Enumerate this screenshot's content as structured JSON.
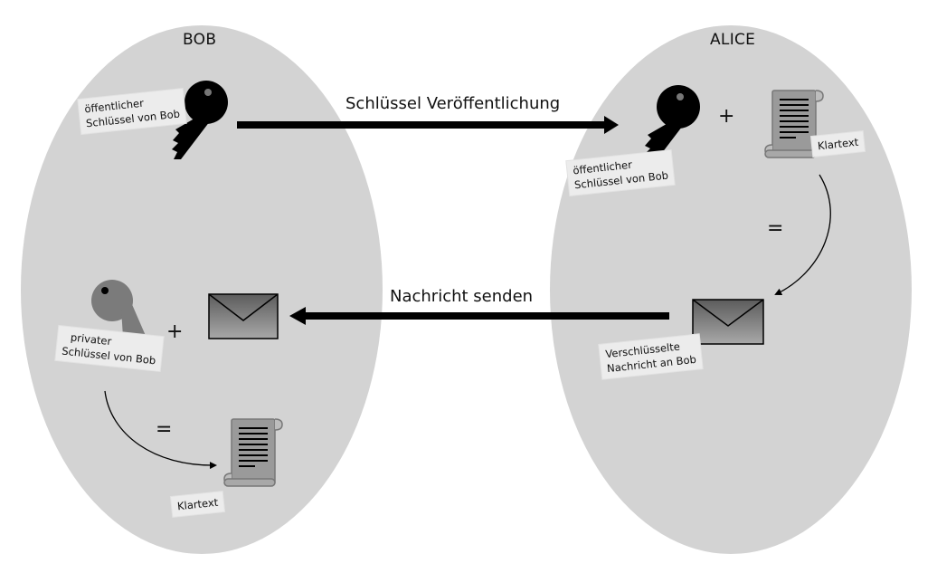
{
  "parties": {
    "bob": {
      "name": "BOB"
    },
    "alice": {
      "name": "ALICE"
    }
  },
  "arrows": {
    "key_publication": "Schlüssel Veröffentlichung",
    "send_message": "Nachricht senden"
  },
  "bob_side": {
    "public_key_label_line1": "öffentlicher",
    "public_key_label_line2": "Schlüssel von Bob",
    "private_key_label_line1": "privater",
    "private_key_label_line2": "Schlüssel von Bob",
    "plus": "+",
    "equals": "=",
    "plaintext_label": "Klartext"
  },
  "alice_side": {
    "public_key_label_line1": "öffentlicher",
    "public_key_label_line2": "Schlüssel von Bob",
    "plus": "+",
    "equals": "=",
    "plaintext_label": "Klartext",
    "cipher_label_line1": "Verschlüsselte",
    "cipher_label_line2": "Nachricht an Bob"
  },
  "colors": {
    "ellipse_fill": "#d3d3d3",
    "public_key": "#000000",
    "private_key": "#7b7b7b",
    "envelope_top": "#5a5a5a",
    "envelope_bottom": "#a6a6a6",
    "scroll": "#999999"
  }
}
